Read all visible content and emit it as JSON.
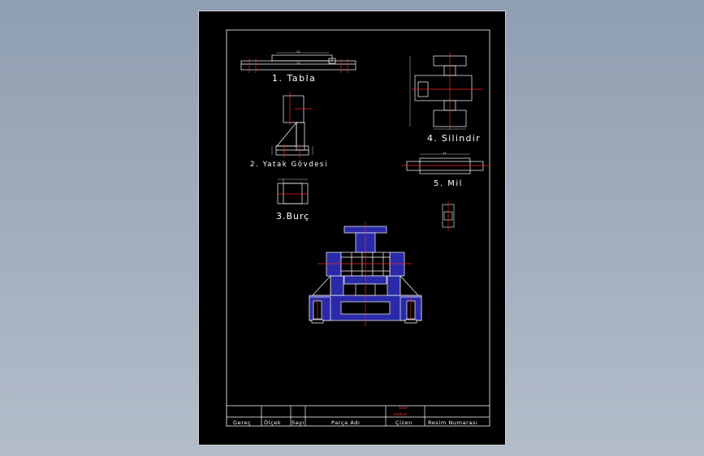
{
  "colors": {
    "background_top": "#8f9eb1",
    "background_bottom": "#b3bdca",
    "sheet": "#000000",
    "line": "#ffffff",
    "center_line": "#ff2020",
    "section_fill": "#2a2aa8"
  },
  "parts": {
    "tabla": "1. Tabla",
    "yatak": "2. Yatak Gövdesi",
    "burc": "3.Burç",
    "silindir": "4. Silindir",
    "mil": "5. Mil"
  },
  "title_block": {
    "gerec": "Gereç",
    "olcek": "Ölçek",
    "sayi": "Sayı",
    "parca_adi": "Parça Adı",
    "cizen": "Çizen",
    "resim_numarasi": "Resim Numarası",
    "red_line1": "Sekil",
    "red_line2": "kontrol"
  }
}
